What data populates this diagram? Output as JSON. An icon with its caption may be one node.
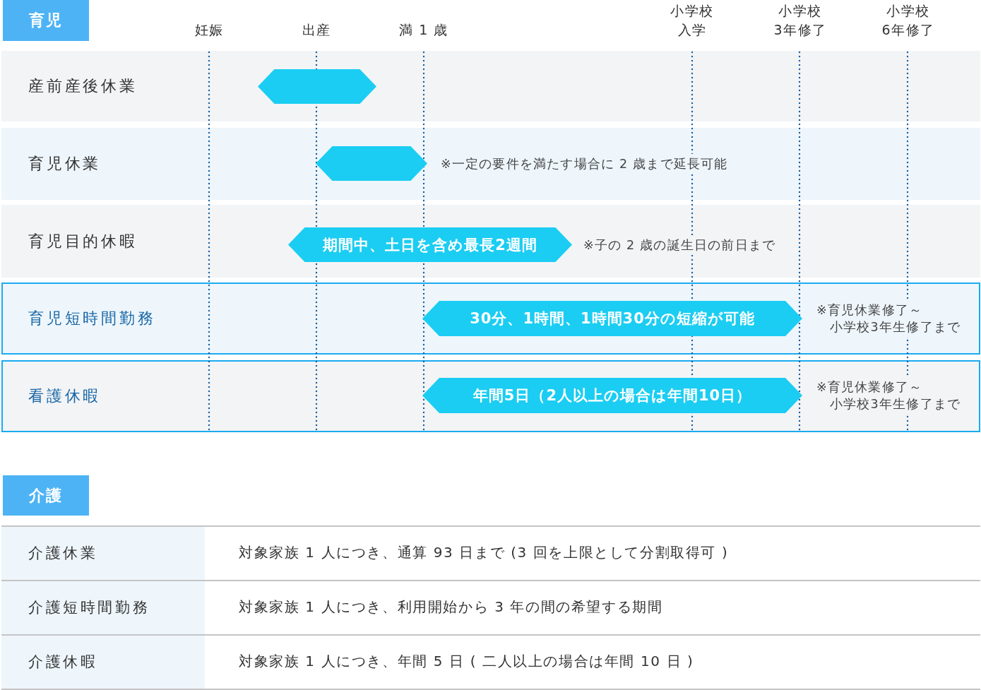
{
  "diagram": {
    "nodes": [
      {
        "text": [
          "育児"
        ]
      },
      {
        "text": [
          "産前産後休業"
        ]
      },
      {
        "text": [],
        "shape": "hexagon",
        "in": 1
      },
      {
        "text": [
          "育児休業"
        ]
      },
      {
        "text": [],
        "shape": "hexagon",
        "in": 3,
        "beside": [
          "※一定の要件を満たす場合に 2 歳まで延長可能"
        ]
      },
      {
        "text": [
          "育児目的休暇"
        ]
      },
      {
        "text": [
          "期間中、土日を含め最長2週間"
        ],
        "in": 5,
        "beside": [
          "※子の 2 歳の誕生日の前日まで"
        ]
      },
      {
        "text": [
          "育児短時間勤務"
        ]
      },
      {
        "text": [
          "30分、1時間、1時間30分の短縮が可能"
        ],
        "in": 7,
        "beside": [
          "※育児休業修了～小学校3年生修了まで"
        ]
      },
      {
        "text": [
          "看護休暇"
        ]
      },
      {
        "text": [
          "年間5日（2人以上の場合は年間10日）"
        ],
        "in": 9,
        "beside": [
          "※育児休業修了～小学校3年生修了まで"
        ]
      },
      {
        "text": [
          "介護"
        ]
      }
    ],
    "labels": [
      "妊娠",
      "出産",
      "満 1 歳",
      "小学校入学",
      "小学校3年修了",
      "小学校6年修了",
      "介護休業",
      "対象家族 1 人につき、通算 93 日まで (3 回を上限として分割取得可 )",
      "介護短時間勤務",
      "対象家族 1 人につき、利用開始から 3 年の間の希望する期間",
      "介護休暇",
      "対象家族 1 人につき、年間 5 日 ( 二人以上の場合は年間 10 日 )"
    ]
  }
}
